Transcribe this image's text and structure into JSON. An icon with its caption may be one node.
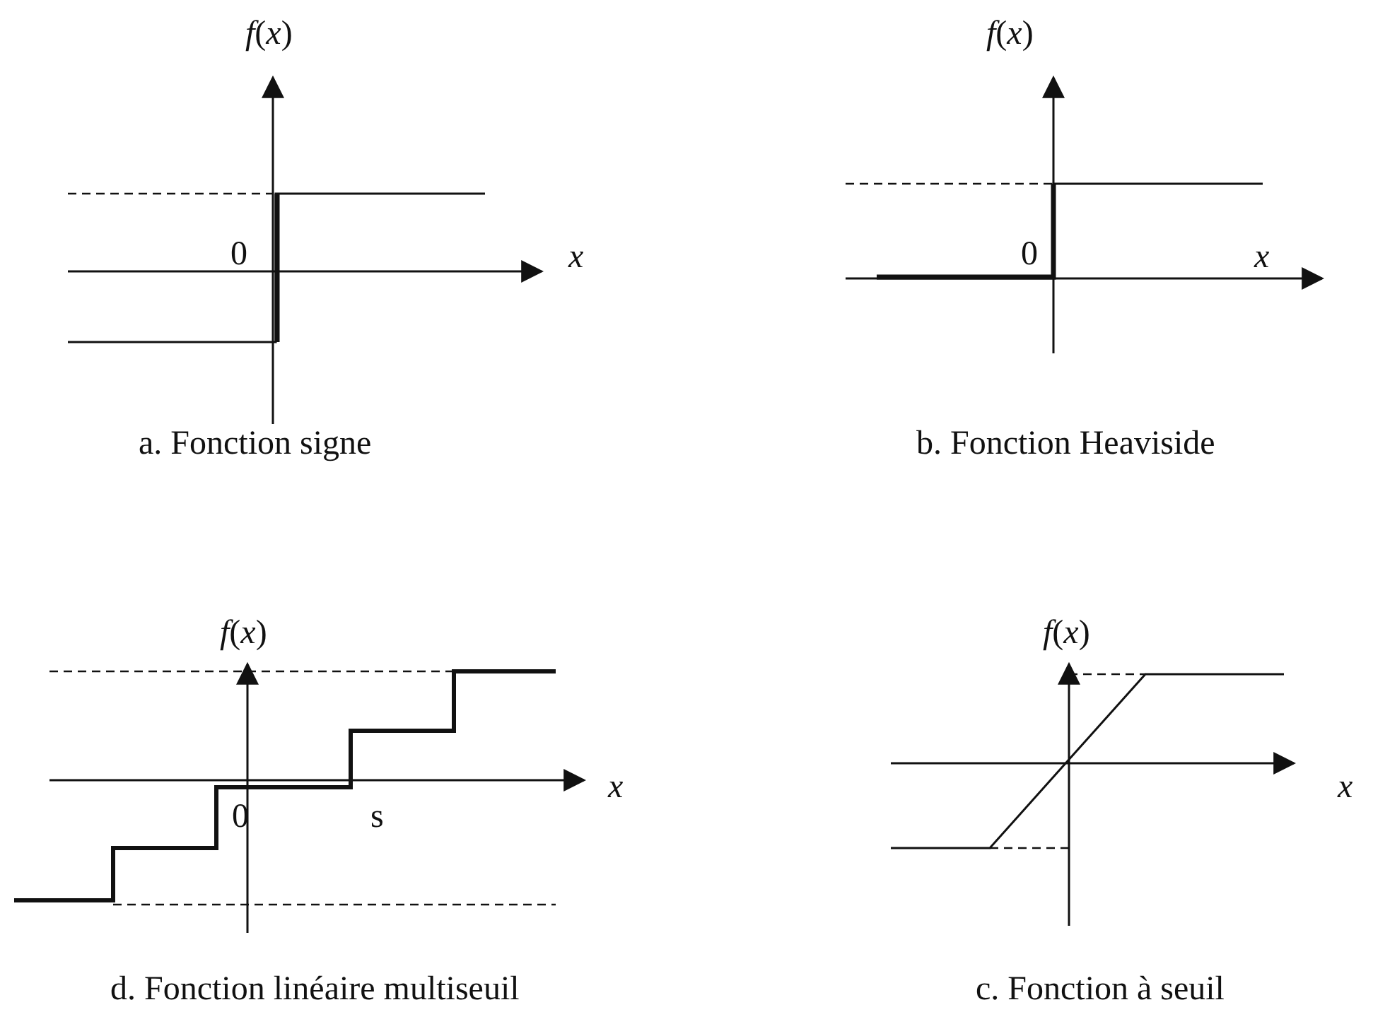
{
  "diagram": {
    "labels": [
      "*f*(*x*)",
      "0",
      "x",
      "a. Fonction signe",
      "*f*(*x*)",
      "0",
      "x",
      "b. Fonction Heaviside",
      "*f*(*x*)",
      "x",
      "0",
      "s",
      "d. Fonction linéaire multiseuil",
      "*f*(*x*)",
      "x",
      "c. Fonction à seuil"
    ]
  }
}
